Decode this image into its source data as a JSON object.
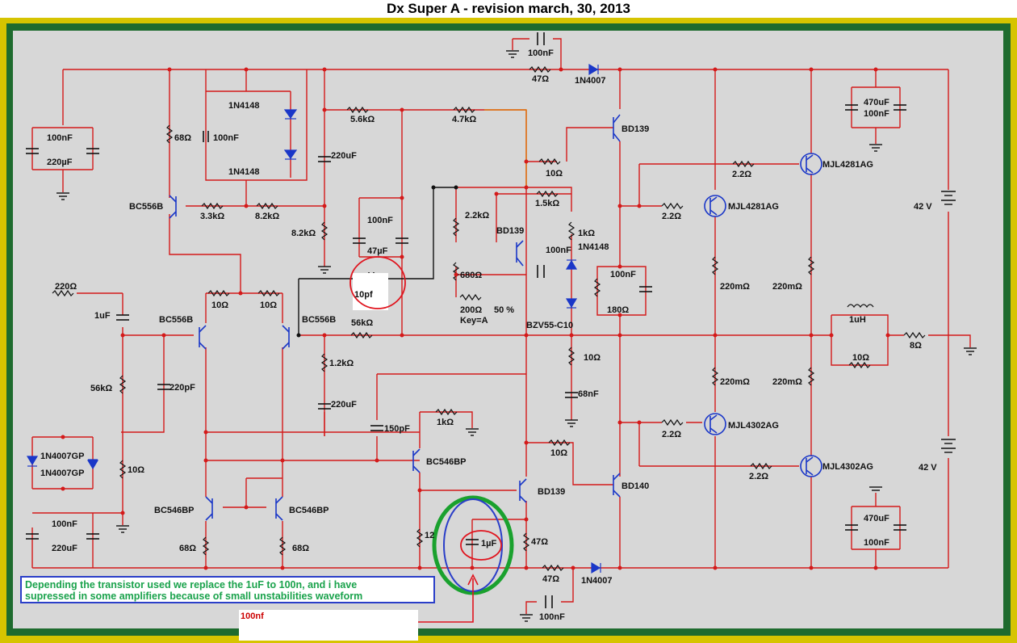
{
  "title": "Dx Super A - revision march, 30, 2013",
  "note": {
    "line1": "Depending the transistor used we replace the 1uF to 100n, and i have",
    "line2": "supressed in some amplifiers because of small unstabilities waveform"
  },
  "callout": "100nf",
  "highlight_label": "10pf",
  "colors": {
    "wire": "#d41a1a",
    "component": "#1a37c8",
    "frame_yellow": "#d6c400",
    "frame_green": "#1e6b2e",
    "ground_wire": "#111111",
    "feedback_wire": "#e07a10",
    "circle_red": "#e0141e",
    "circle_green": "#1aa12e",
    "circle_blue": "#2a3ec8"
  },
  "labels": {
    "c100nf_top": "100nF",
    "r47_top": "47Ω",
    "d1n4007_top": "1N4007",
    "c100nf_left": "100nF",
    "c220uf_left": "220µF",
    "r68": "68Ω",
    "d1n4148_a": "1N4148",
    "c100nf_mid": "100nF",
    "d1n4148_b": "1N4148",
    "r5_6k": "5.6kΩ",
    "r4_7k": "4.7kΩ",
    "c220uf_a": "220uF",
    "bd139_top": "BD139",
    "r10_drv": "10Ω",
    "c470uf_top": "470uF",
    "c100nf_top_r": "100nF",
    "bc556b_a": "BC556B",
    "r3_3k": "3.3kΩ",
    "r8_2k_a": "8.2kΩ",
    "r8_2k_b": "8.2kΩ",
    "c100nf_c": "100nF",
    "c47uf": "47µF",
    "r2_2k": "2.2kΩ",
    "r1_5k": "1.5kΩ",
    "bd139_mid": "BD139",
    "r1k": "1kΩ",
    "c100nf_d": "100nF",
    "d1n4148_c": "1N4148",
    "r2_2_a": "2.2Ω",
    "q_mjl4281_a": "MJL4281AG",
    "r2_2_b": "2.2Ω",
    "q_mjl4281_b": "MJL4281AG",
    "v42_top": "42 V",
    "r220_in": "220Ω",
    "r10_a": "10Ω",
    "r10_b": "10Ω",
    "r680": "680Ω",
    "c1uf_in": "1uF",
    "bc556b_b": "BC556B",
    "bc556b_c": "BC556B",
    "r56k_fb": "56kΩ",
    "pot200": "200Ω",
    "pot_pct": "50 %",
    "pot_key": "Key=A",
    "bzv55": "BZV55-C10",
    "c100nf_e": "100nF",
    "r180": "180Ω",
    "r220m_a": "220mΩ",
    "r220m_b": "220mΩ",
    "l1uh": "1uH",
    "r8": "8Ω",
    "r10_out": "10Ω",
    "r56k_in": "56kΩ",
    "c220pf": "220pF",
    "r1_2k": "1.2kΩ",
    "r10_zob": "10Ω",
    "c68nf": "68nF",
    "r220m_c": "220mΩ",
    "r220m_d": "220mΩ",
    "c220uf_b": "220uF",
    "c150pf": "150pF",
    "r1k_b": "1kΩ",
    "d1n4007gp_a": "1N4007GP",
    "d1n4007gp_b": "1N4007GP",
    "r10_c": "10Ω",
    "bc546bp_a": "BC546BP",
    "r10_d": "10Ω",
    "q_mjl4302_a": "MJL4302AG",
    "r2_2_c": "2.2Ω",
    "q_mjl4302_b": "MJL4302AG",
    "r2_2_d": "2.2Ω",
    "v42_bot": "42 V",
    "bd139_low": "BD139",
    "bd140": "BD140",
    "bc546bp_b": "BC546BP",
    "bc546bp_c": "BC546BP",
    "c100nf_f": "100nF",
    "c220uf_c": "220uF",
    "r12": "12",
    "c1uf": "1µF",
    "r47_low": "47Ω",
    "r68_a": "68Ω",
    "r68_b": "68Ω",
    "c470uf_bot": "470uF",
    "c100nf_bot_r": "100nF",
    "r47_bot": "47Ω",
    "d1n4007_bot": "1N4007",
    "c100nf_bot": "100nF"
  }
}
